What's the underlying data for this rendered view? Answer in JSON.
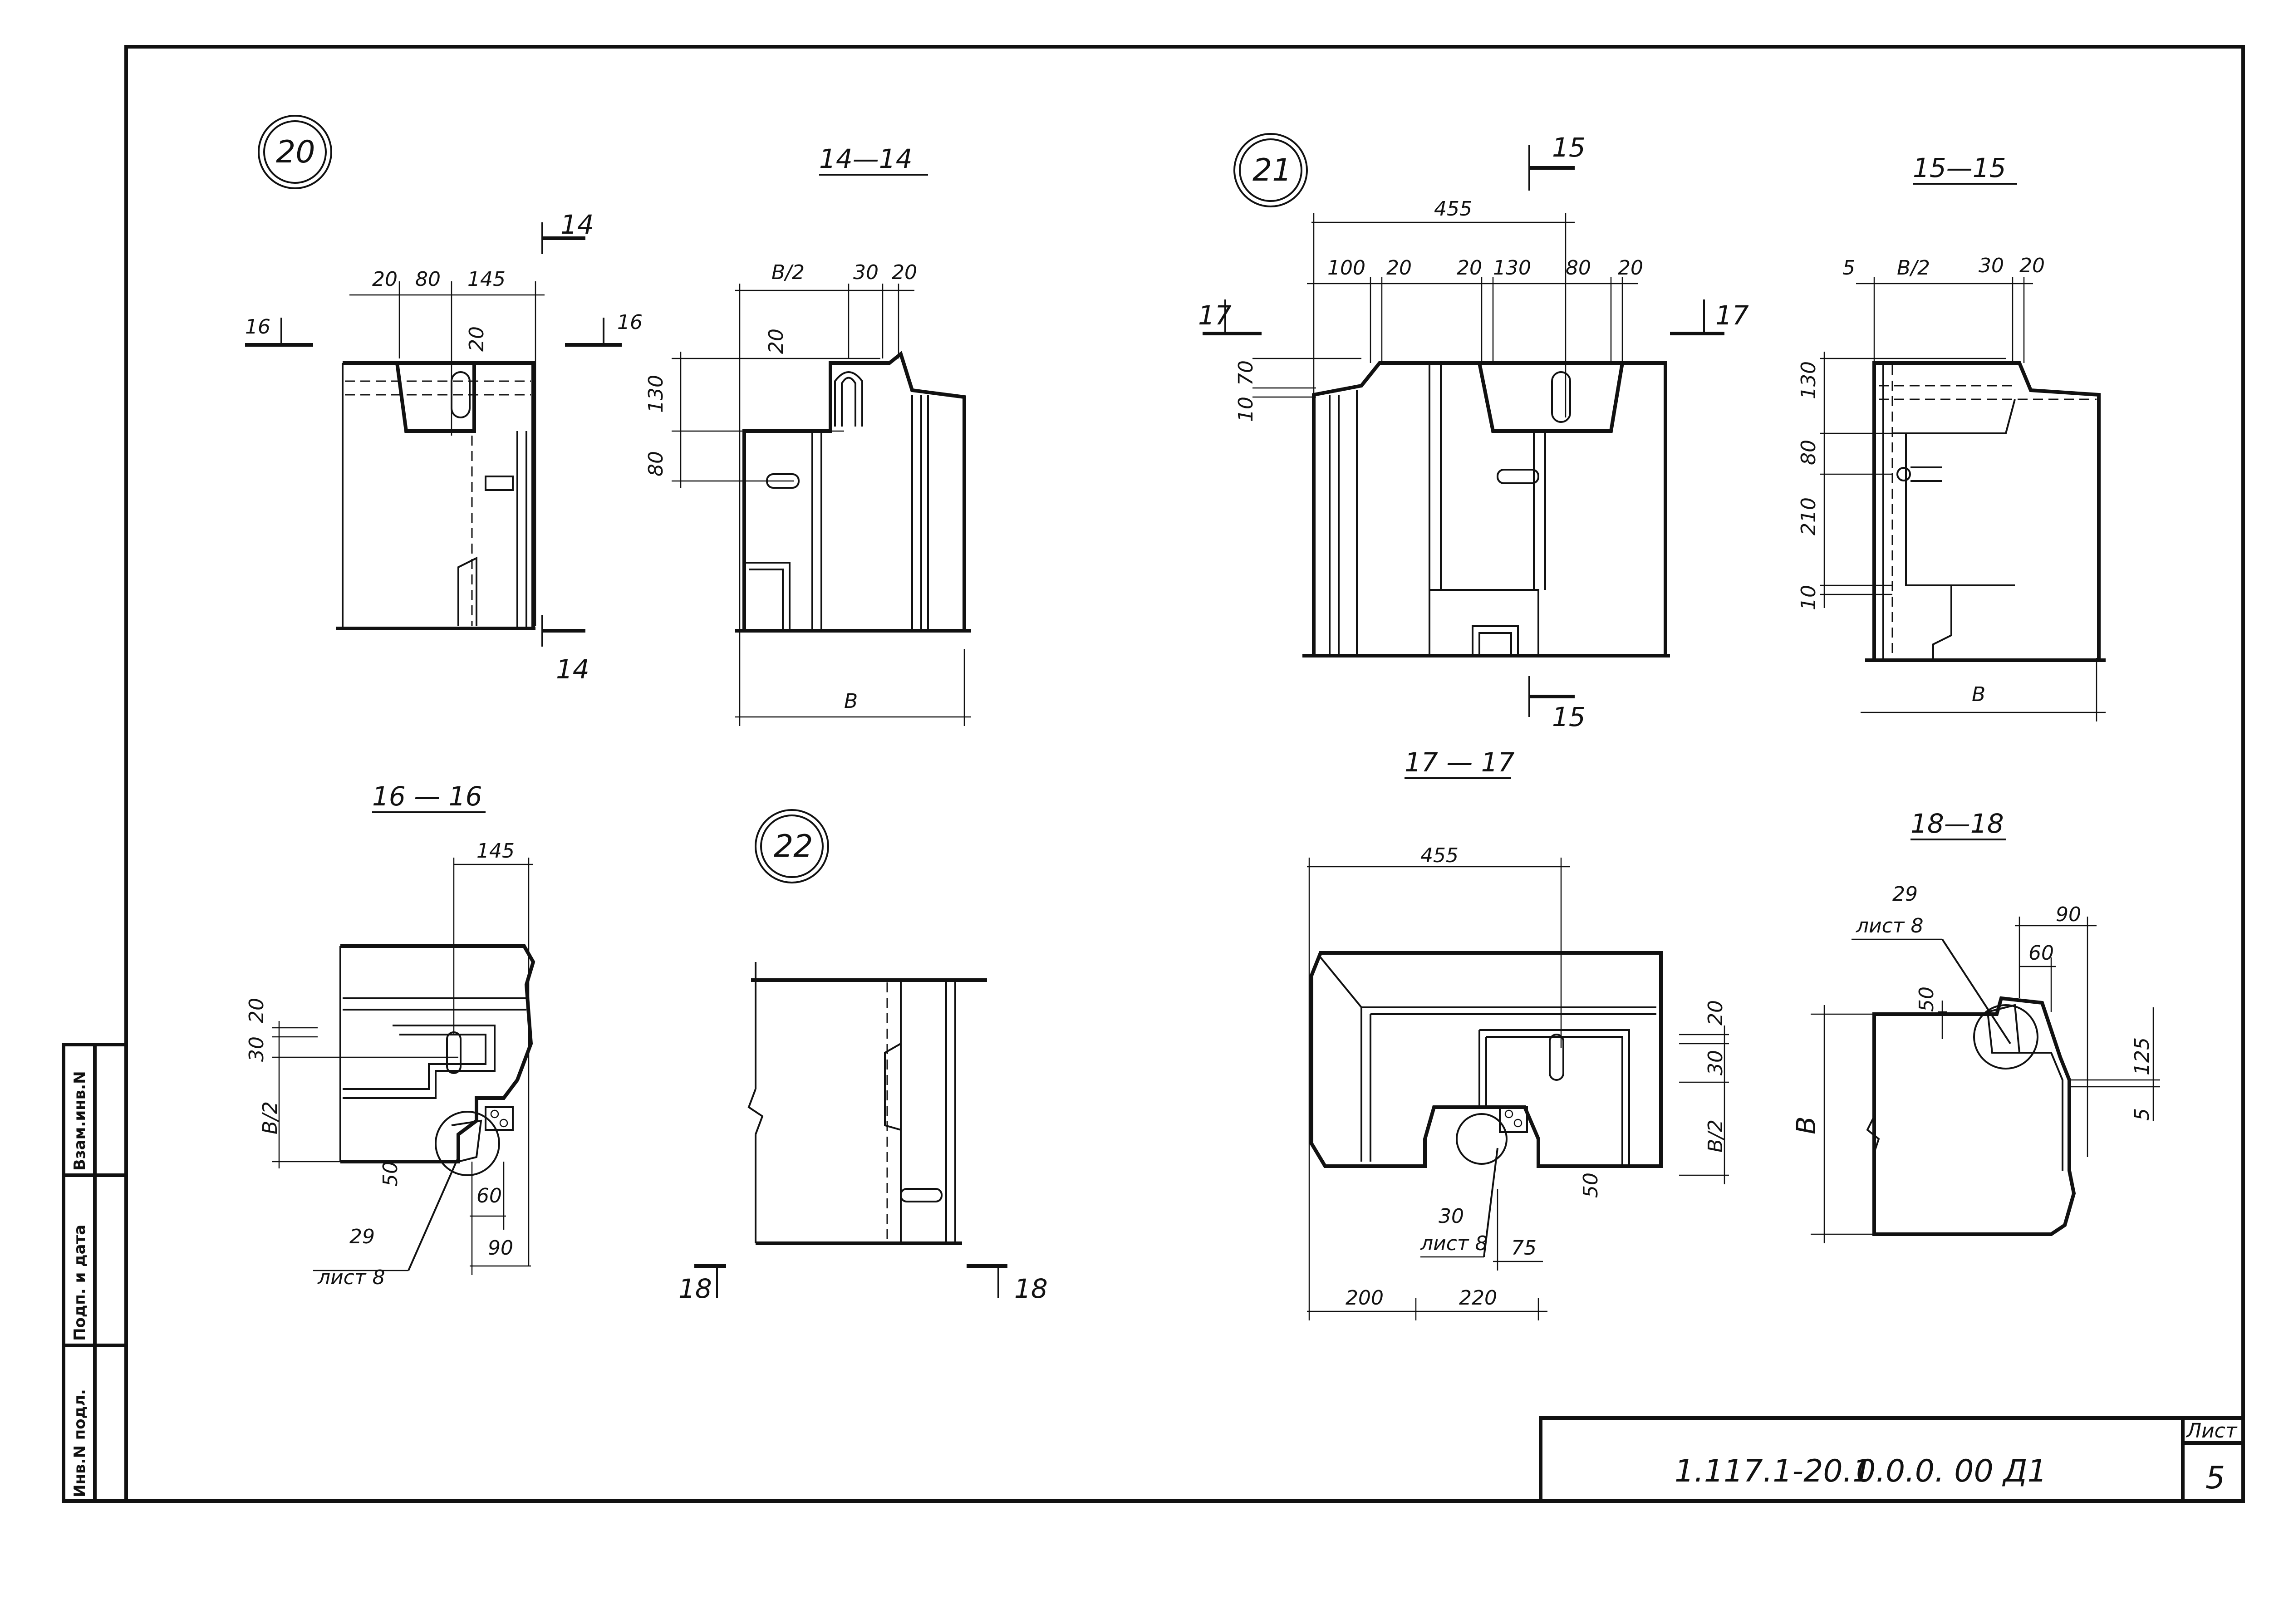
{
  "details": {
    "d20": {
      "num": "20"
    },
    "d21": {
      "num": "21"
    },
    "d22": {
      "num": "22"
    }
  },
  "sections": {
    "s14": {
      "title": "14—14",
      "dims": [
        "B/2",
        "30",
        "20",
        "20",
        "130",
        "80",
        "B"
      ]
    },
    "s15": {
      "title": "15—15",
      "dims": [
        "5",
        "B/2",
        "30",
        "20",
        "130",
        "80",
        "210",
        "10",
        "B"
      ]
    },
    "s16": {
      "title": "16 — 16",
      "dims": [
        "145",
        "20",
        "30",
        "B/2",
        "50",
        "60",
        "90",
        "29",
        "лист 8"
      ]
    },
    "s17": {
      "title": "17 — 17",
      "dims": [
        "455",
        "200",
        "220",
        "30",
        "лист 8",
        "75",
        "50",
        "20",
        "30",
        "B/2"
      ]
    },
    "s18": {
      "title": "18—18",
      "dims": [
        "29",
        "лист 8",
        "90",
        "60",
        "50",
        "5",
        "125",
        "B"
      ]
    }
  },
  "detail20_dims": [
    "20",
    "80",
    "145",
    "20",
    "16",
    "16",
    "14",
    "14"
  ],
  "detail21_dims": [
    "455",
    "100",
    "20",
    "20",
    "130",
    "80",
    "20",
    "70",
    "10",
    "17",
    "17",
    "15",
    "15"
  ],
  "detail22_marks": [
    "18",
    "18"
  ],
  "side_stamp": {
    "cells": [
      "Инв.N подл.",
      "Подп. и дата",
      "Взам.инв.N"
    ]
  },
  "title_block": {
    "code": "1.117.1-20.1",
    "doc": "0.0.0. 00 Д1",
    "sheet_label": "Лист",
    "sheet_no": "5"
  },
  "colors": {
    "ink": "#111111",
    "paper": "#ffffff"
  }
}
